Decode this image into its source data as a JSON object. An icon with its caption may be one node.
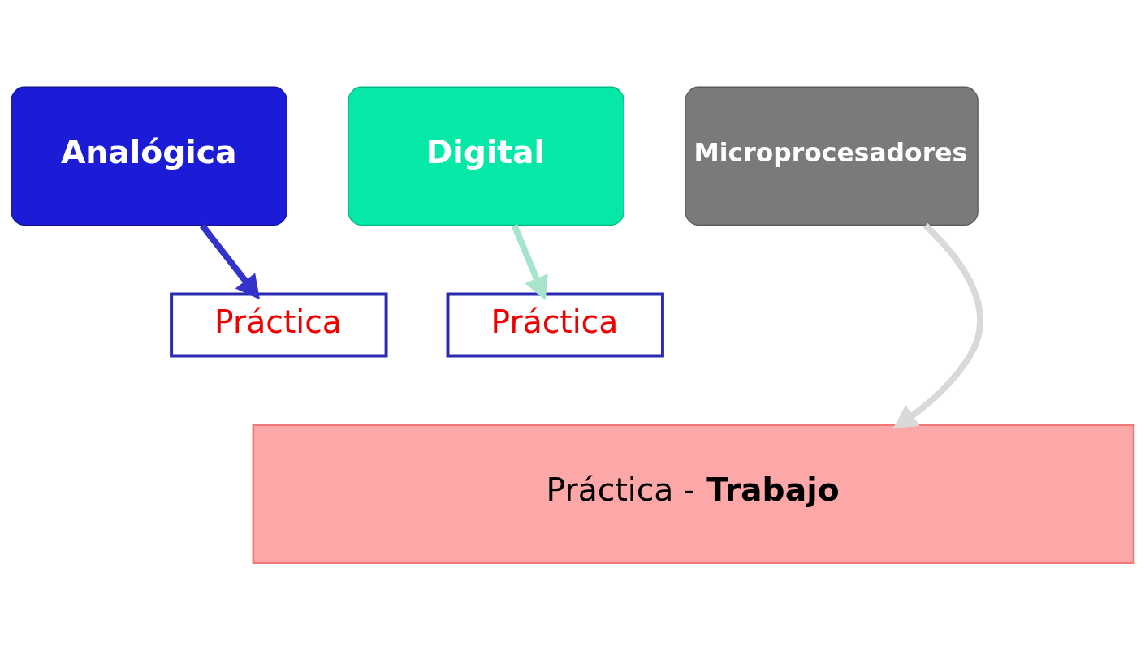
{
  "diagram": {
    "nodes": [
      {
        "text": [
          "Analógica"
        ]
      },
      {
        "text": [
          "Digital"
        ]
      },
      {
        "text": [
          "Microprocesadores"
        ]
      },
      {
        "text": [
          "Práctica"
        ]
      },
      {
        "text": [
          "Práctica"
        ]
      },
      {
        "text": [
          "Práctica - **Trabajo**"
        ]
      }
    ],
    "edges": [
      {
        "from": 0,
        "to": 3,
        "arrow": "to",
        "color": "#3333cc"
      },
      {
        "from": 1,
        "to": 4,
        "arrow": "to",
        "color": "#a8e4cc"
      },
      {
        "from": 2,
        "to": 5,
        "arrow": "to",
        "color": "#d9d9d9"
      }
    ]
  }
}
